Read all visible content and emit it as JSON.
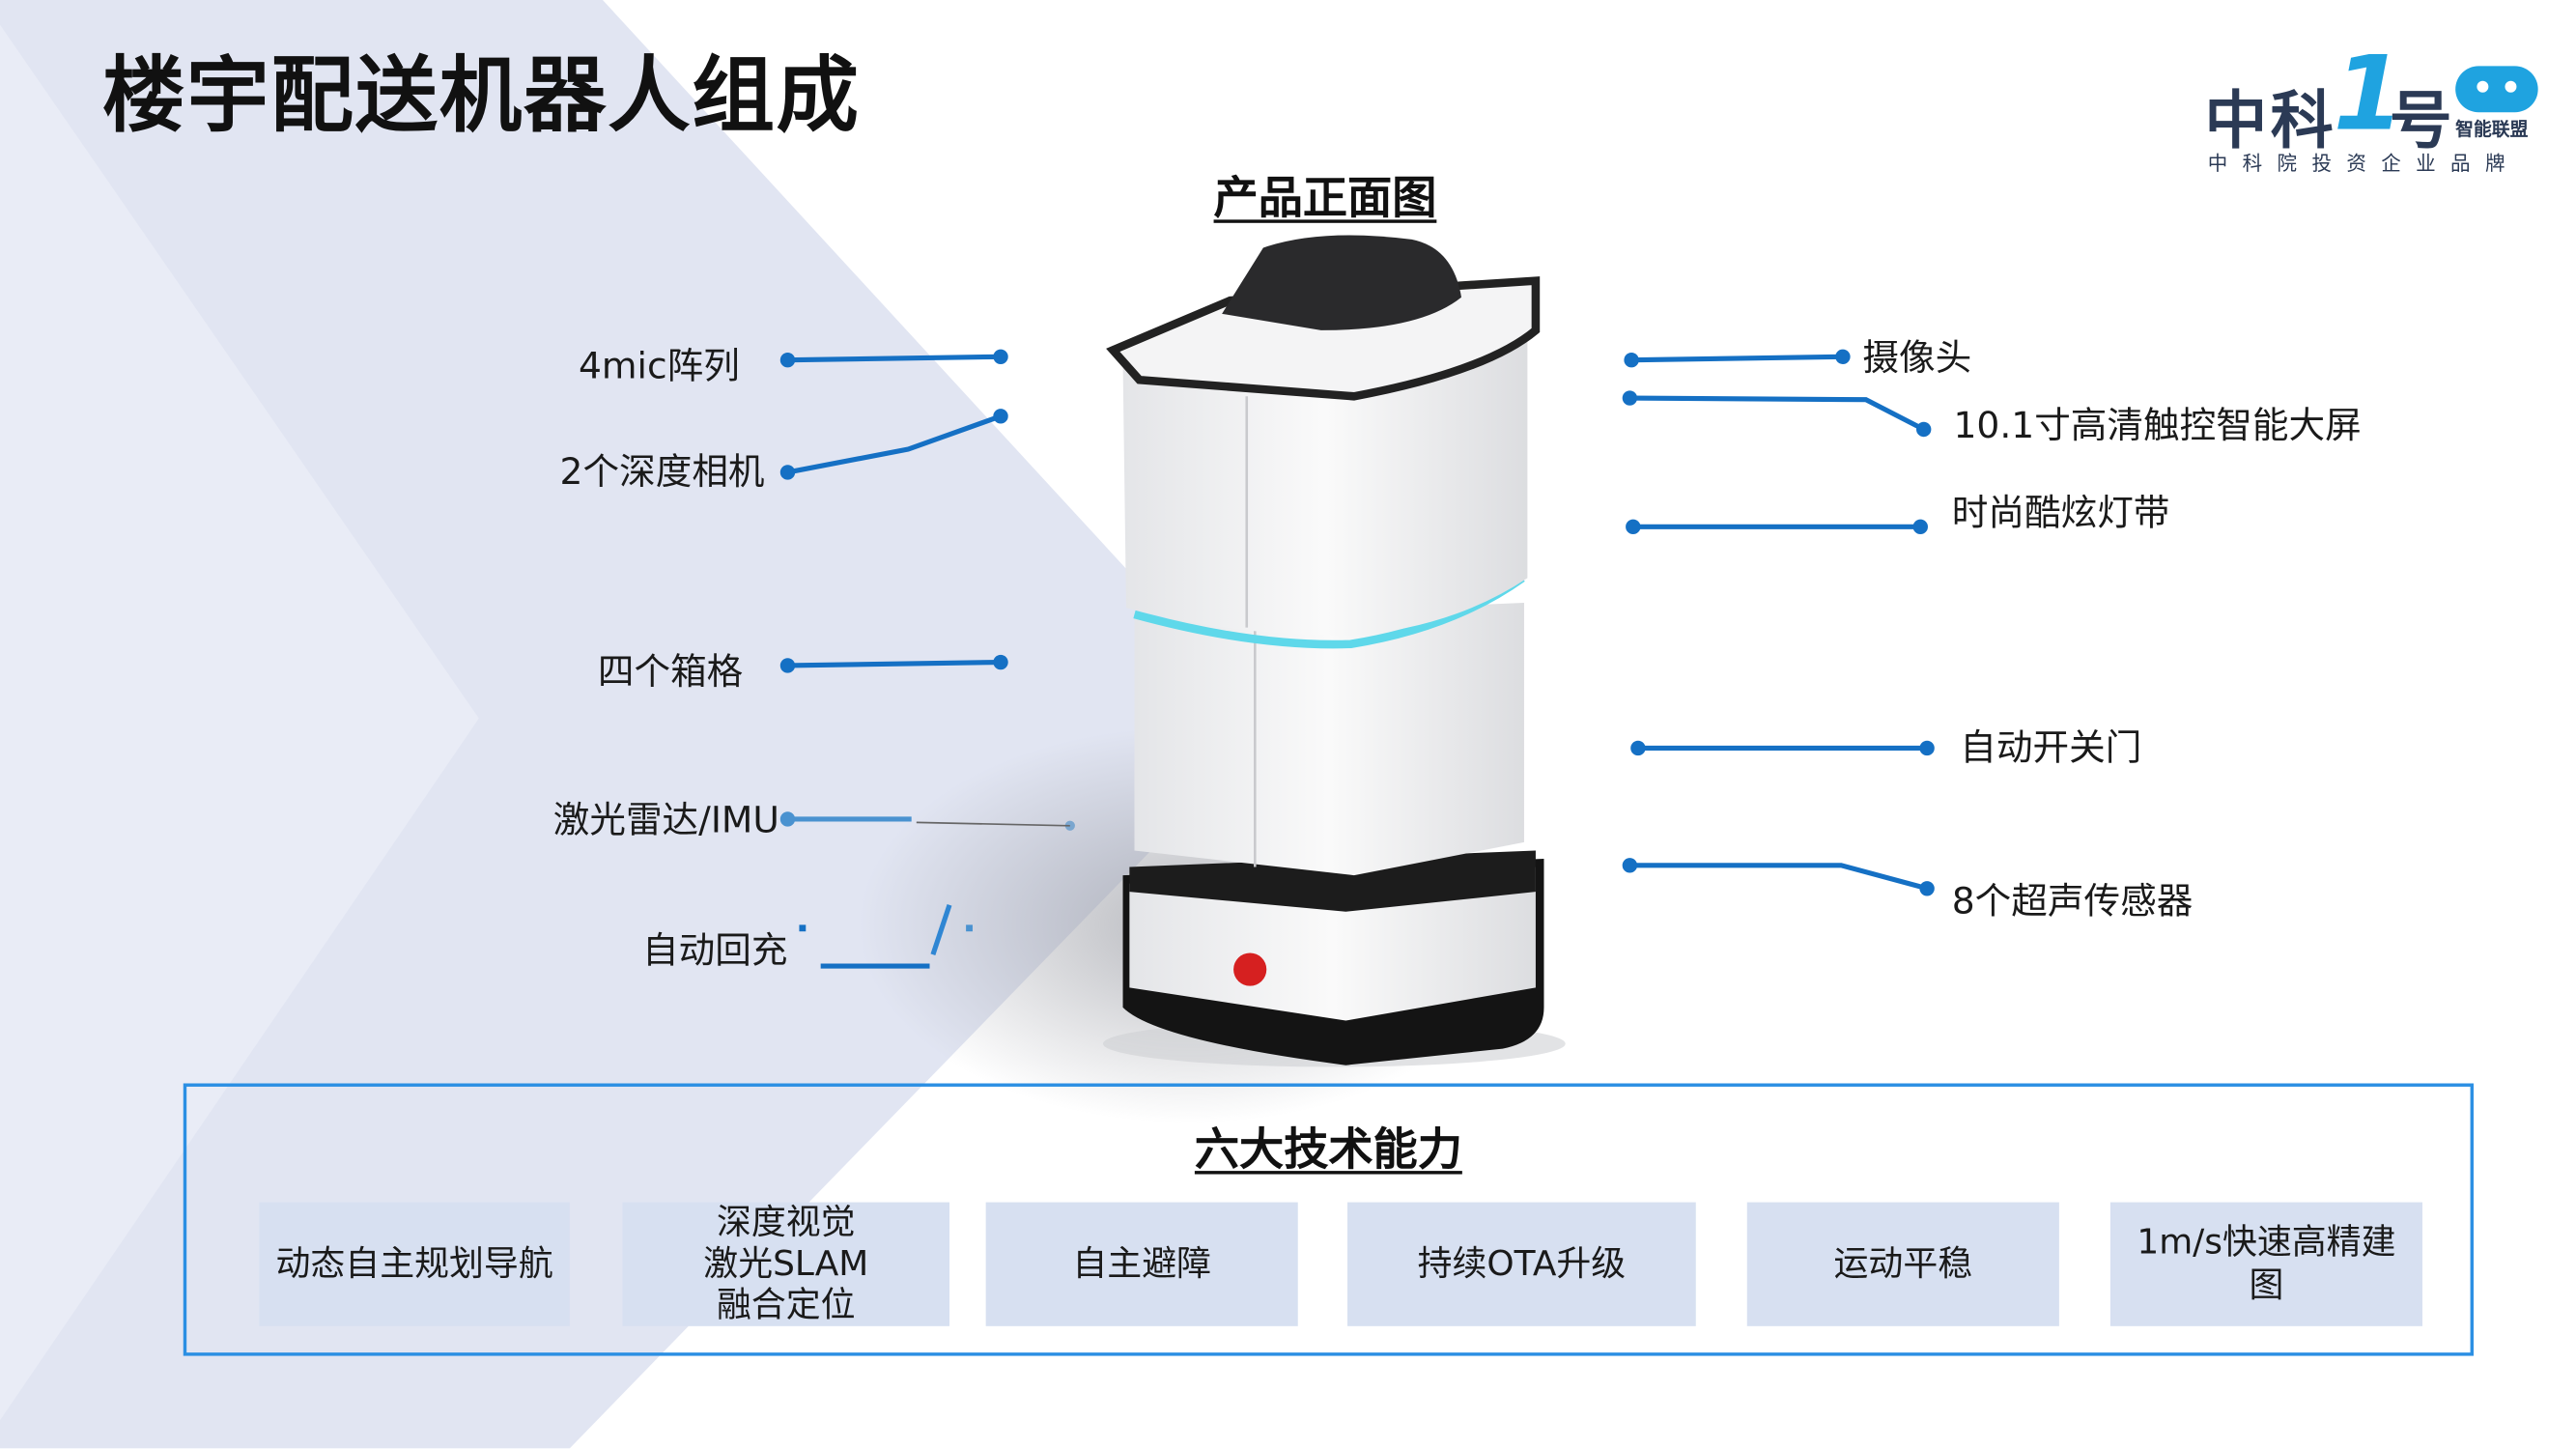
{
  "header": {
    "title": "楼宇配送机器人组成"
  },
  "logo": {
    "main_left": "中科",
    "main_one": "1",
    "main_right": "号",
    "alliance": "智能联盟",
    "tagline": "中科院投资企业品牌"
  },
  "product": {
    "title": "产品正面图"
  },
  "callouts_left": [
    {
      "label": "4mic阵列"
    },
    {
      "label": "2个深度相机"
    },
    {
      "label": "四个箱格"
    },
    {
      "label": "激光雷达/IMU"
    },
    {
      "label": "自动回充"
    }
  ],
  "callouts_right": [
    {
      "label": "摄像头"
    },
    {
      "label": "10.1寸高清触控智能大屏"
    },
    {
      "label": "时尚酷炫灯带"
    },
    {
      "label": "自动开关门"
    },
    {
      "label": "8个超声传感器"
    }
  ],
  "capabilities": {
    "title": "六大技术能力",
    "items": [
      {
        "label": "动态自主规划导航"
      },
      {
        "label": "深度视觉\n激光SLAM\n融合定位"
      },
      {
        "label": "自主避障"
      },
      {
        "label": "持续OTA升级"
      },
      {
        "label": "运动平稳"
      },
      {
        "label": "1m/s快速高精建图"
      }
    ]
  },
  "colors": {
    "accent": "#1570c4",
    "box_border": "#2b8fe3",
    "card_bg": "#d7e0f1",
    "bg_band": "#e1e5f2"
  }
}
